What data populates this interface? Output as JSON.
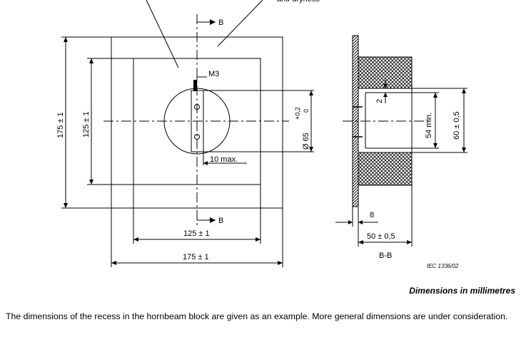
{
  "top_cutoff_label": "anti-dryness",
  "section_markers": {
    "top": "B",
    "bottom": "B"
  },
  "front_view": {
    "screw_label": "M3",
    "width_outer": "175 ± 1",
    "width_inner": "125 ± 1",
    "height_outer": "175 ± 1",
    "height_inner": "125 ± 1",
    "slot_width": "10 max.",
    "diameter_main": "Ø 65",
    "diameter_tol_upper": "+0,2",
    "diameter_tol_lower": "0"
  },
  "section_view": {
    "title": "B-B",
    "min_depth": "2",
    "recess_height": "54 min.",
    "block_height": "60 ± 0,5",
    "plate_thickness": "8",
    "total_depth": "50 ± 0,5"
  },
  "figure_ref": "IEC  1336/02",
  "units_note": "Dimensions in millimetres",
  "footnote": "The dimensions of the recess in the hornbeam block are given as an example. More general dimensions are under consideration."
}
